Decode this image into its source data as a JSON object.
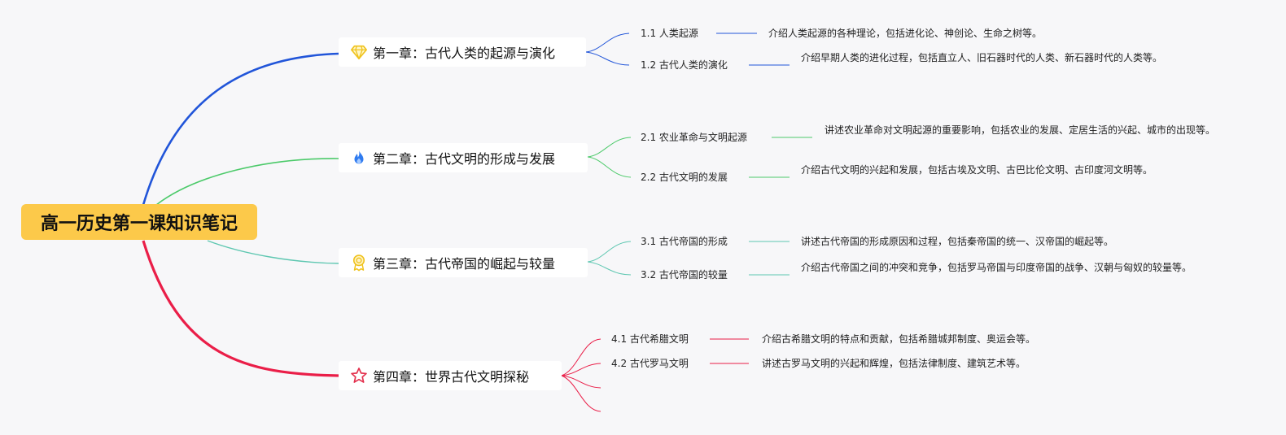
{
  "root": {
    "title": "高一历史第一课知识笔记"
  },
  "colors": {
    "chapter1": "#2155d9",
    "chapter2": "#4cca6a",
    "chapter3": "#5ec7b1",
    "chapter4": "#ea1e48",
    "root_bg": "#fcc94a"
  },
  "chapters": [
    {
      "title": "第一章：古代人类的起源与演化",
      "icon": "diamond-icon",
      "sections": [
        {
          "title": "1.1 人类起源",
          "desc": "介绍人类起源的各种理论，包括进化论、神创论、生命之树等。"
        },
        {
          "title": "1.2 古代人类的演化",
          "desc": "介绍早期人类的进化过程，包括直立人、旧石器时代的人类、新石器时代的人类等。"
        }
      ]
    },
    {
      "title": "第二章：古代文明的形成与发展",
      "icon": "flame-icon",
      "sections": [
        {
          "title": "2.1 农业革命与文明起源",
          "desc": "讲述农业革命对文明起源的重要影响，包括农业的发展、定居生活的兴起、城市的出现等。"
        },
        {
          "title": "2.2 古代文明的发展",
          "desc": "介绍古代文明的兴起和发展，包括古埃及文明、古巴比伦文明、古印度河文明等。"
        }
      ]
    },
    {
      "title": "第三章：古代帝国的崛起与较量",
      "icon": "award-icon",
      "sections": [
        {
          "title": "3.1 古代帝国的形成",
          "desc": "讲述古代帝国的形成原因和过程，包括秦帝国的统一、汉帝国的崛起等。"
        },
        {
          "title": "3.2 古代帝国的较量",
          "desc": "介绍古代帝国之间的冲突和竞争，包括罗马帝国与印度帝国的战争、汉朝与匈奴的较量等。"
        }
      ]
    },
    {
      "title": "第四章：世界古代文明探秘",
      "icon": "star-icon",
      "sections": [
        {
          "title": "4.1 古代希腊文明",
          "desc": "介绍古希腊文明的特点和贡献，包括希腊城邦制度、奥运会等。"
        },
        {
          "title": "4.2 古代罗马文明",
          "desc": "讲述古罗马文明的兴起和辉煌，包括法律制度、建筑艺术等。"
        },
        {
          "title": "",
          "desc": ""
        },
        {
          "title": "",
          "desc": ""
        }
      ]
    }
  ]
}
